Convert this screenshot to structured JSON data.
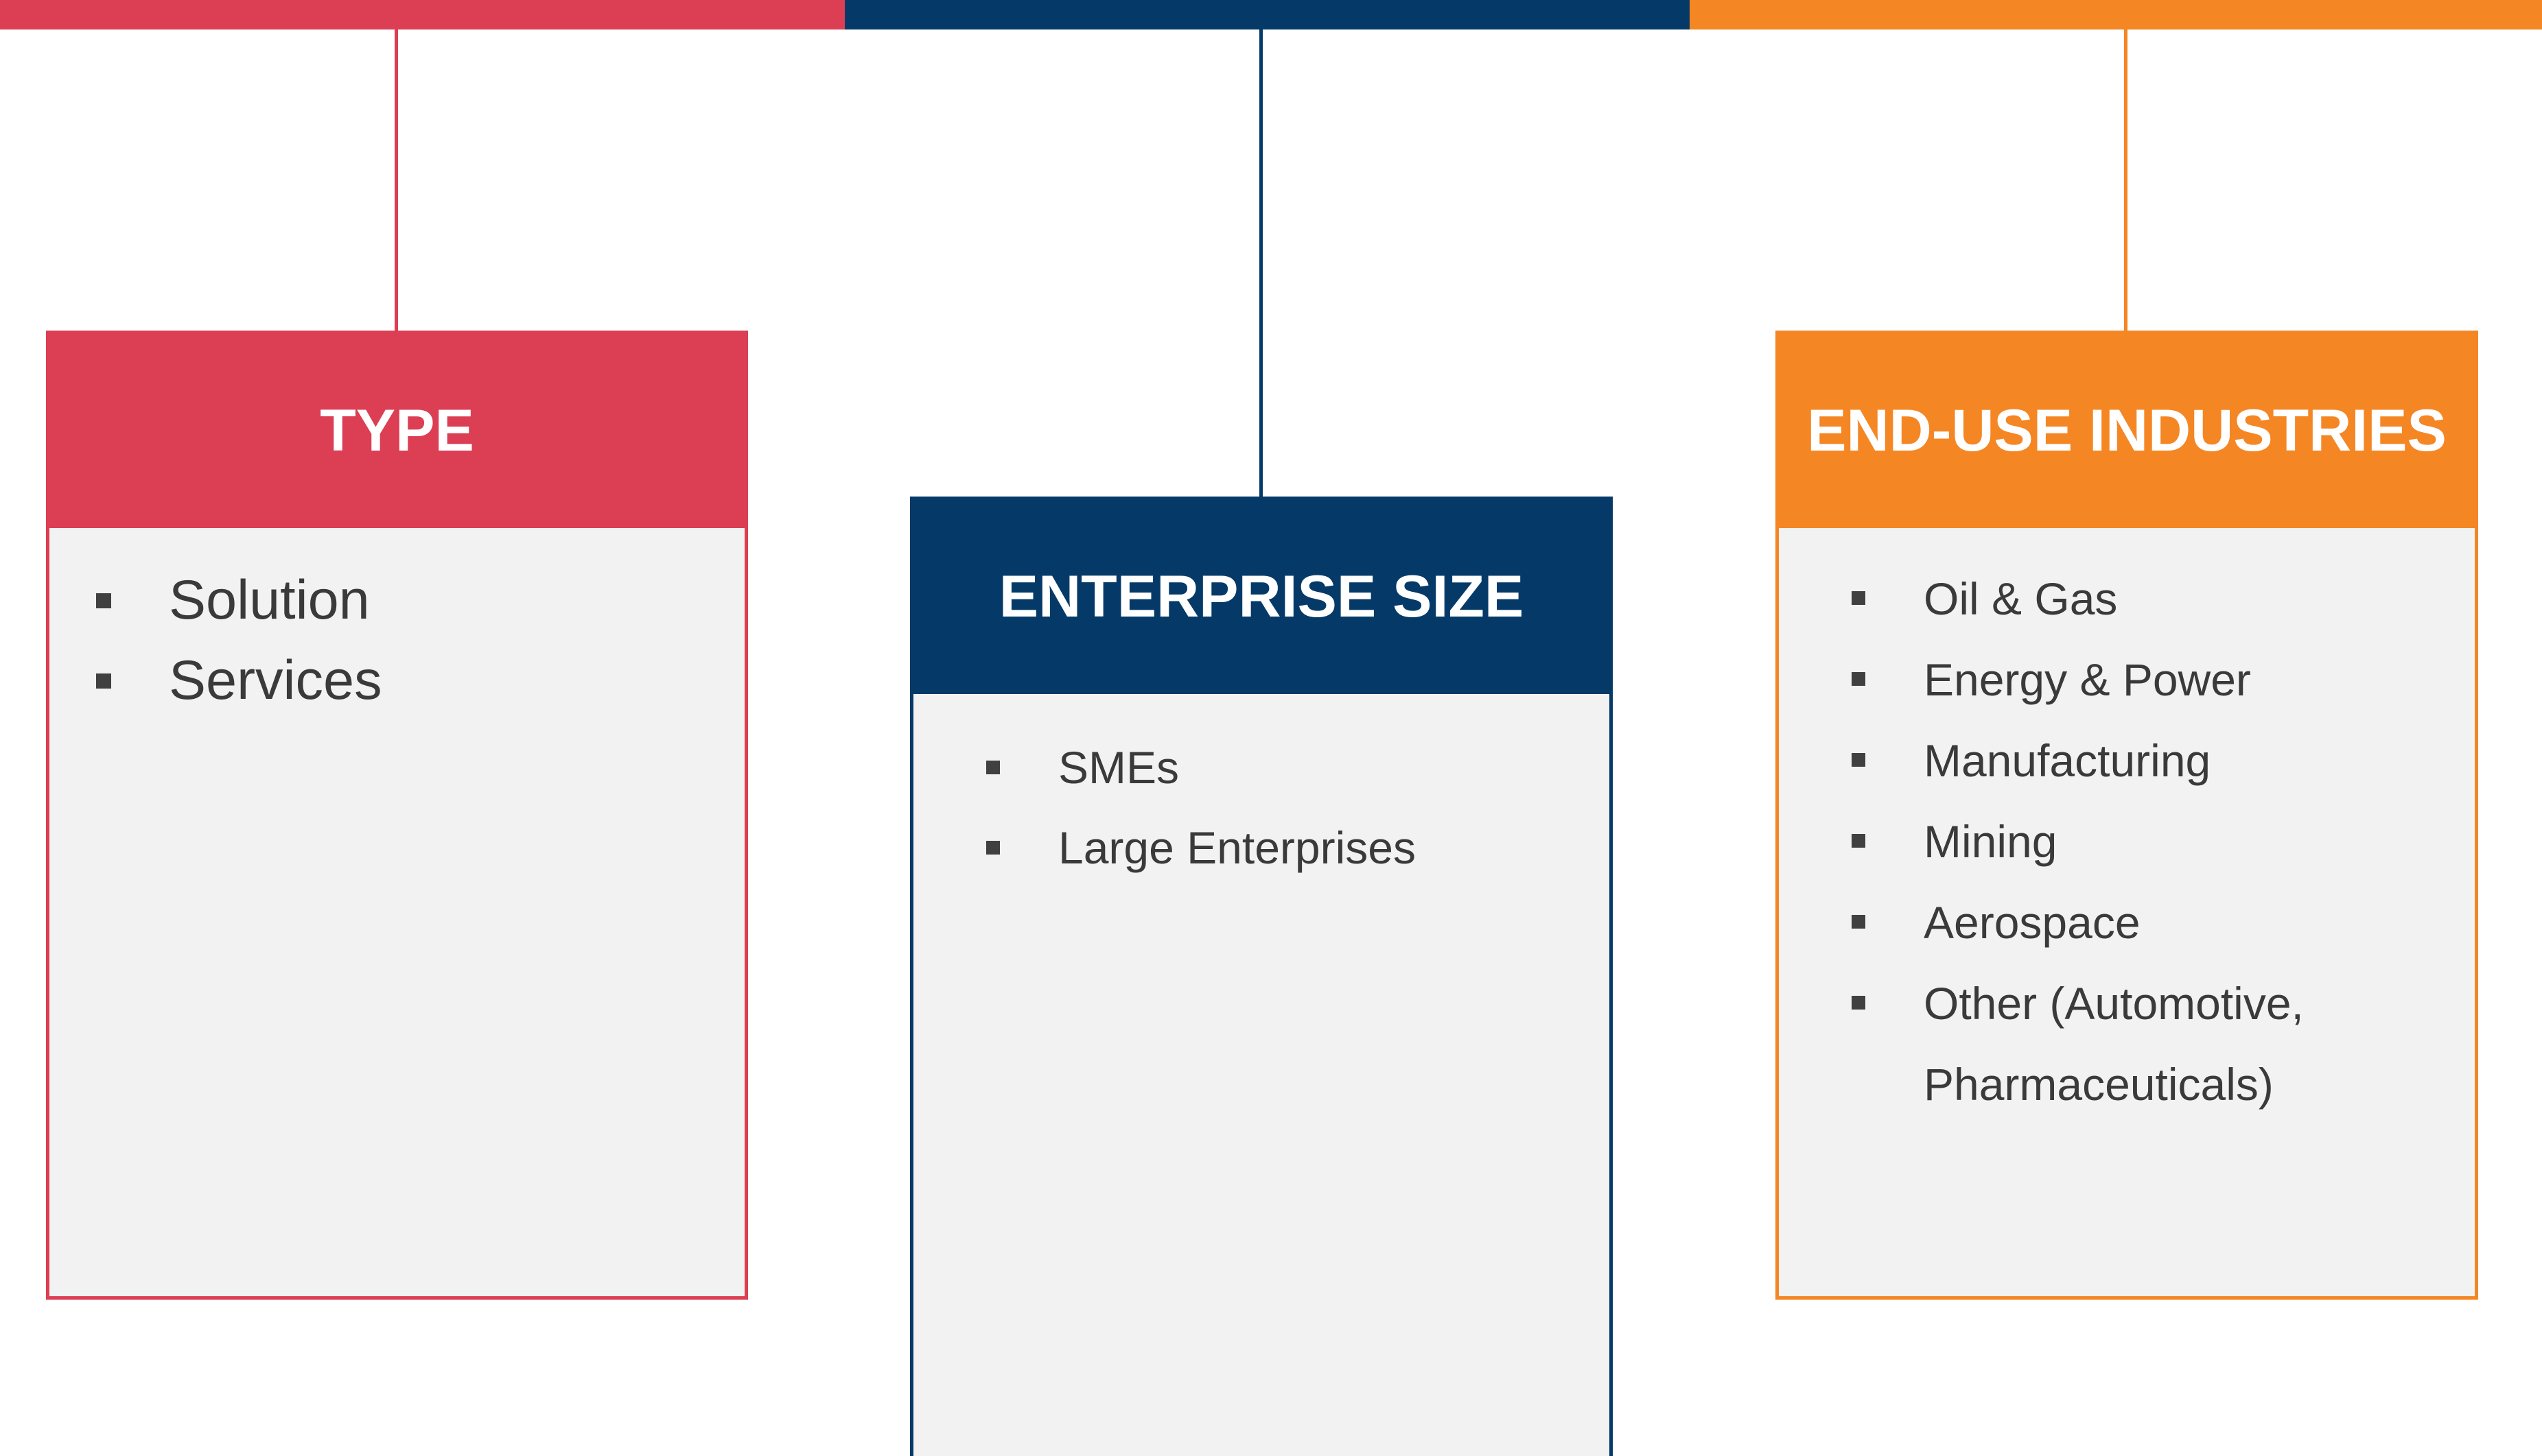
{
  "colors": {
    "type": "#dc3e53",
    "enterprise": "#053a68",
    "enduse": "#f58624",
    "card_background": "#f2f2f2",
    "bullet": "#404040",
    "item_text": "#3a3a3a"
  },
  "segments": [
    {
      "title": "TYPE",
      "items": [
        "Solution",
        "Services"
      ]
    },
    {
      "title": "ENTERPRISE SIZE",
      "items": [
        "SMEs",
        "Large Enterprises"
      ]
    },
    {
      "title": "END-USE INDUSTRIES",
      "items": [
        "Oil & Gas",
        "Energy & Power",
        "Manufacturing",
        "Mining",
        "Aerospace",
        "Other (Automotive,",
        "Pharmaceuticals)"
      ]
    }
  ]
}
